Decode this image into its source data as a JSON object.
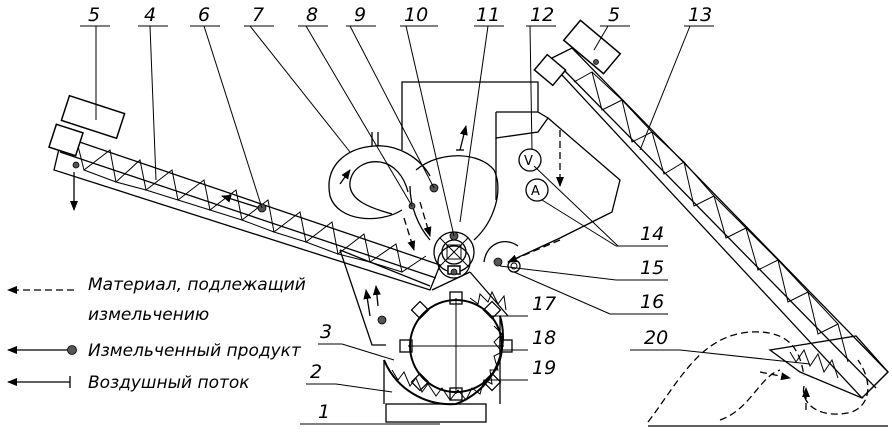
{
  "callouts": {
    "n1": "1",
    "n2": "2",
    "n3": "3",
    "n4": "4",
    "n5a": "5",
    "n5b": "5",
    "n6": "6",
    "n7": "7",
    "n8": "8",
    "n9": "9",
    "n10": "10",
    "n11": "11",
    "n12": "12",
    "n13": "13",
    "n14": "14",
    "n15": "15",
    "n16": "16",
    "n17": "17",
    "n18": "18",
    "n19": "19",
    "n20": "20"
  },
  "gauges": {
    "voltmeter": "V",
    "ammeter": "A"
  },
  "legend": {
    "material_line1": "Материал, подлежащий",
    "material_line2": "измельчению",
    "product": "Измельченный продукт",
    "air": "Воздушный поток"
  }
}
